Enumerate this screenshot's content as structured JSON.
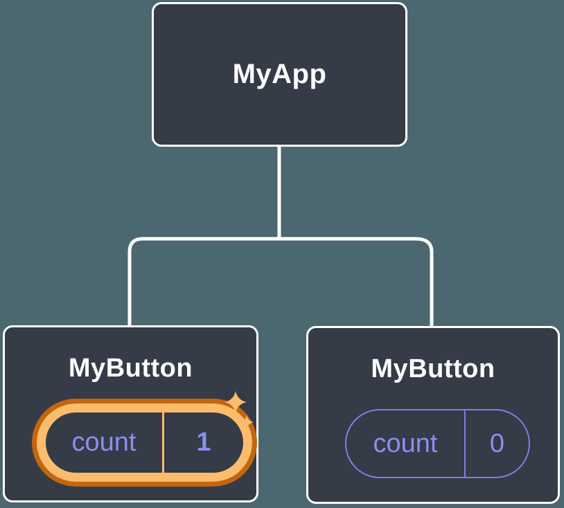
{
  "diagram": {
    "title_hint": "React component tree with state",
    "colors": {
      "background": "#4B6770",
      "node_background": "#353B47",
      "node_border": "#FFFFFF",
      "connector": "#FFFFFF",
      "state_purple": "#8A8FF0",
      "state_border_purple": "#7C81E6",
      "highlight_orange_light": "#FBBD6B",
      "highlight_orange_dark": "#C4660D"
    },
    "root": {
      "label": "MyApp"
    },
    "children": [
      {
        "label": "MyButton",
        "state_label": "count",
        "state_value": "1",
        "highlighted": true,
        "icon": "sparkles-icon"
      },
      {
        "label": "MyButton",
        "state_label": "count",
        "state_value": "0",
        "highlighted": false
      }
    ]
  }
}
